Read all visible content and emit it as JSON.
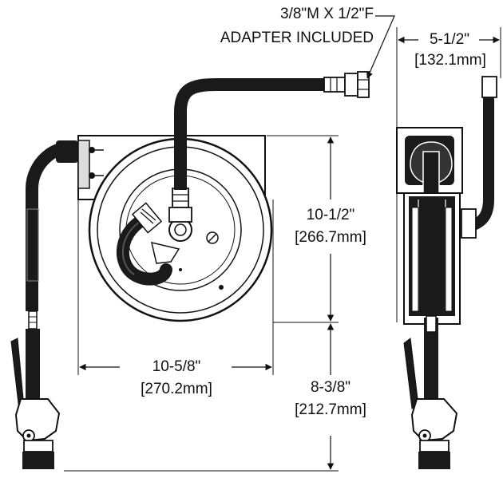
{
  "adapter_note": {
    "line1": "3/8\"M X 1/2\"F",
    "line2": "ADAPTER INCLUDED"
  },
  "dimensions": {
    "depth": {
      "imperial": "5-1/2\"",
      "metric": "[132.1mm]"
    },
    "reel_height": {
      "imperial": "10-1/2\"",
      "metric": "[266.7mm]"
    },
    "reel_width": {
      "imperial": "10-5/8\"",
      "metric": "[270.2mm]"
    },
    "nozzle_drop": {
      "imperial": "8-3/8\"",
      "metric": "[212.7mm]"
    }
  },
  "colors": {
    "line": "#111111",
    "hose": "#1a1a1a",
    "background": "#ffffff"
  }
}
